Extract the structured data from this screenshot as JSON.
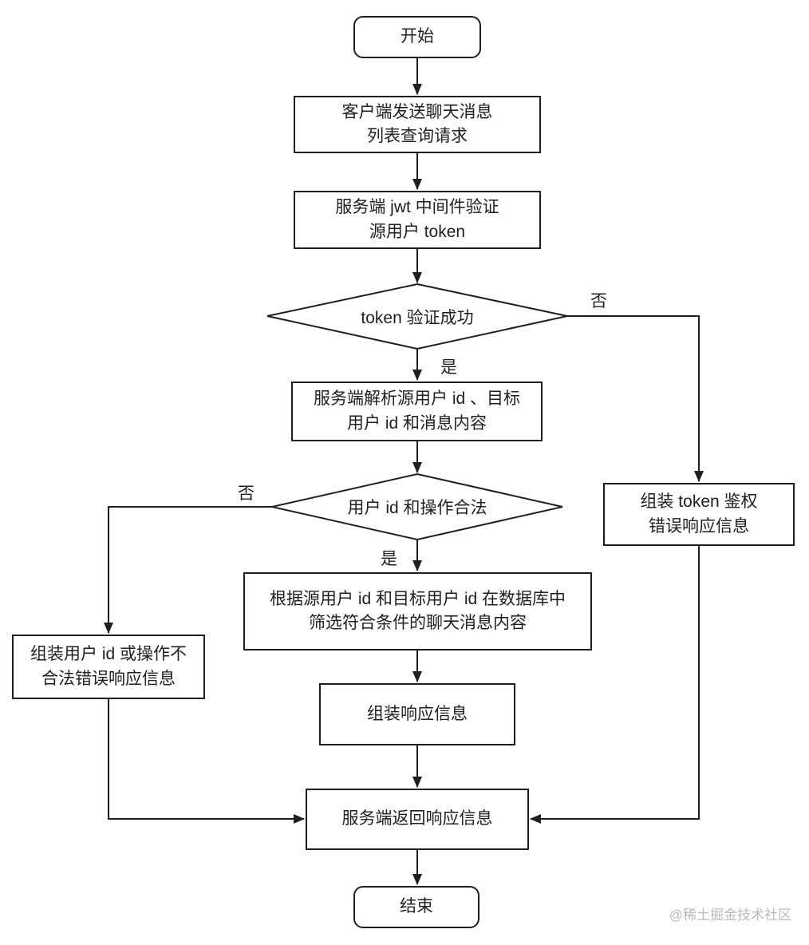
{
  "nodes": {
    "start": "开始",
    "client_request": "客户端发送聊天消息\n列表查询请求",
    "jwt_verify": "服务端 jwt 中间件验证\n源用户 token",
    "token_check": "token 验证成功",
    "parse_ids": "服务端解析源用户 id 、目标\n用户 id 和消息内容",
    "valid_check": "用户 id 和操作合法",
    "filter_messages": "根据源用户 id 和目标用户 id 在数据库中\n筛选符合条件的聊天消息内容",
    "assemble_response": "组装响应信息",
    "return_response": "服务端返回响应信息",
    "end": "结束",
    "token_error": "组装 token 鉴权\n错误响应信息",
    "invalid_error": "组装用户 id 或操作不\n合法错误响应信息"
  },
  "edge_labels": {
    "token_no": "否",
    "token_yes": "是",
    "valid_no": "否",
    "valid_yes": "是"
  },
  "watermark": "@稀土掘金技术社区",
  "colors": {
    "stroke": "#1f1f1f",
    "background": "#ffffff",
    "watermark": "#b9b9b9"
  }
}
